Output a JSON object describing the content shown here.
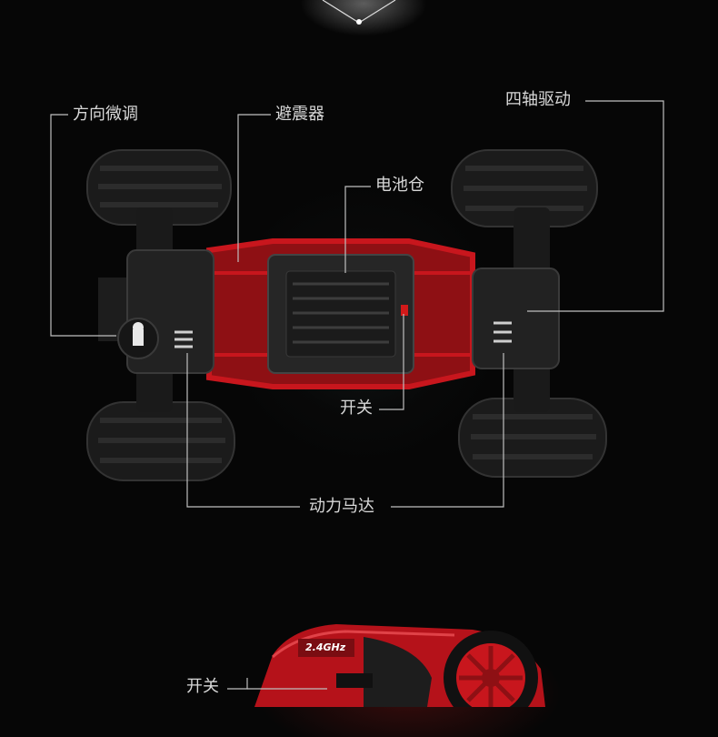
{
  "labels": {
    "fine_tune": "方向微调",
    "shock_absorber": "避震器",
    "four_wheel_drive": "四轴驱动",
    "battery_compartment": "电池仓",
    "switch": "开关",
    "power_motor": "动力马达",
    "switch_bottom": "开关",
    "badge": "2.4GHz"
  },
  "colors": {
    "background": "#060606",
    "chassis_red": "#c8161d",
    "tire": "#1b1b1b",
    "label": "#d8d8d8",
    "callout_line": "#bfbfbf"
  }
}
